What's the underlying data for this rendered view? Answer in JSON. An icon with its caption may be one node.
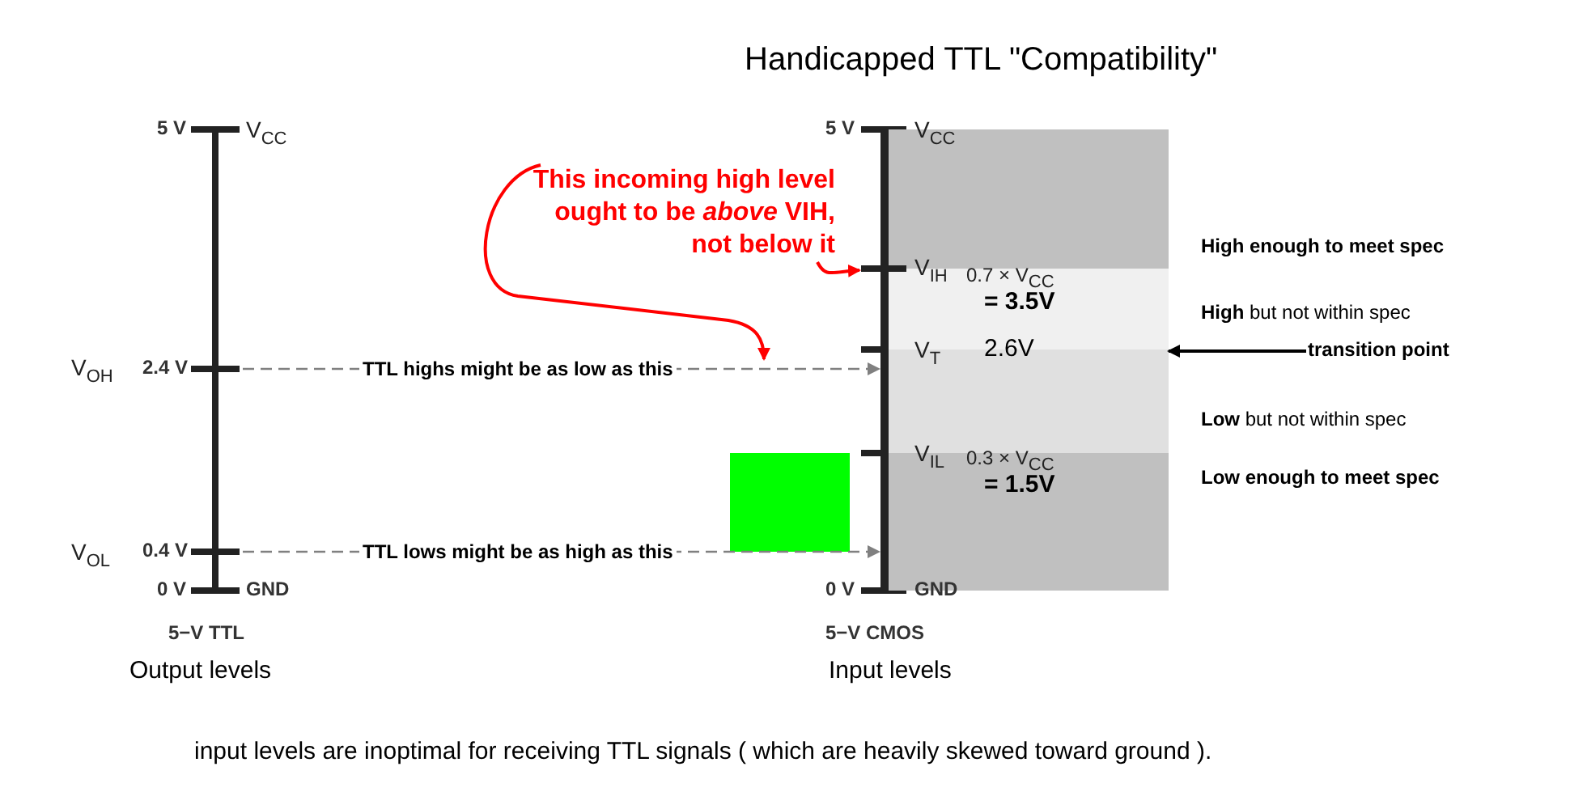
{
  "diagram": {
    "title": "Handicapped  TTL \"Compatibility\"",
    "caption": "input levels are inoptimal for receiving TTL signals ( which are heavily skewed toward ground ).",
    "nodes": [
      {
        "text": [
          "2.4 V"
        ],
        "beside": [
          "V$_{OH}$"
        ]
      },
      {
        "text": [
          "0.4 V"
        ],
        "beside": [
          "V$_{OL}$"
        ]
      },
      {
        "text": [
          "This incoming high level ought to be *above* VIH, not below it"
        ]
      },
      {
        "text": [],
        "shape": "bar"
      },
      {
        "text": [
          "V$_{IH}$"
        ]
      },
      {
        "text": [
          "transition point"
        ]
      },
      {
        "text": [],
        "shape": "box"
      }
    ],
    "edges": [
      {
        "from": 0,
        "to": 3,
        "arrow": "to",
        "label": "TTL highs might be as low as this",
        "style": "dashed",
        "color": "#808080"
      },
      {
        "from": 1,
        "to": 3,
        "arrow": "to",
        "label": "TTL lows might be as high as this",
        "style": "dashed",
        "color": "#808080"
      },
      {
        "from": 2,
        "to": 4,
        "arrow": "to",
        "color": "#ff0000"
      },
      {
        "from": 2,
        "to": null,
        "arrow": "to",
        "color": "#ff0000"
      },
      {
        "from": 5,
        "to": 6,
        "arrow": "to",
        "color": "#000000"
      }
    ],
    "labels": [
      "5 V",
      "V$_{CC}$",
      "5 V",
      "V$_{CC}$",
      "0.7 × V$_{CC}$",
      "= 3.5V",
      "High enough to meet spec",
      "**High**  but not within spec",
      "V$_{T}$",
      "2.6V",
      "**Low**  but not within spec",
      "V$_{IL}$",
      "0.3 × V$_{CC}$",
      "= 1.5V",
      "Low enough to meet spec",
      "0 V",
      "GND",
      "0 V",
      "GND",
      "5−V TTL",
      "5−V CMOS",
      "Output levels",
      "Input levels"
    ]
  }
}
